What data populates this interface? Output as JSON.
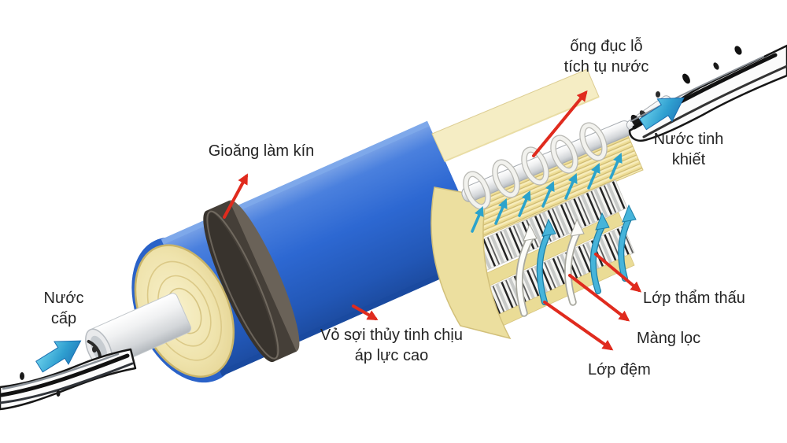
{
  "colors": {
    "background": "#ffffff",
    "shell_blue": "#2d68d2",
    "membrane_cream": "#ead98e",
    "gasket_gray": "#453f38",
    "annotation_red": "#e02b1e",
    "flow_blue": "#2f9fd0",
    "label_text": "#242424"
  },
  "labels": {
    "perforated_tube_line1": "ống đục lỗ",
    "perforated_tube_line2": "tích tụ nước",
    "pure_water_line1": "Nước tinh",
    "pure_water_line2": "khiết",
    "gasket": "Gioăng làm kín",
    "feed_water_line1": "Nước",
    "feed_water_line2": "cấp",
    "shell_line1": "Vỏ sợi thủy tinh chịu",
    "shell_line2": "áp lực cao",
    "osmosis_layer": "Lớp thẩm thấu",
    "filter_membrane": "Màng lọc",
    "cushion_layer": "Lớp đệm"
  },
  "icons": {
    "red_arrow": "annotation-pointer-arrow",
    "blue_arrow": "water-flow-arrow",
    "small_teal_arrow": "permeate-flow-arrow"
  }
}
